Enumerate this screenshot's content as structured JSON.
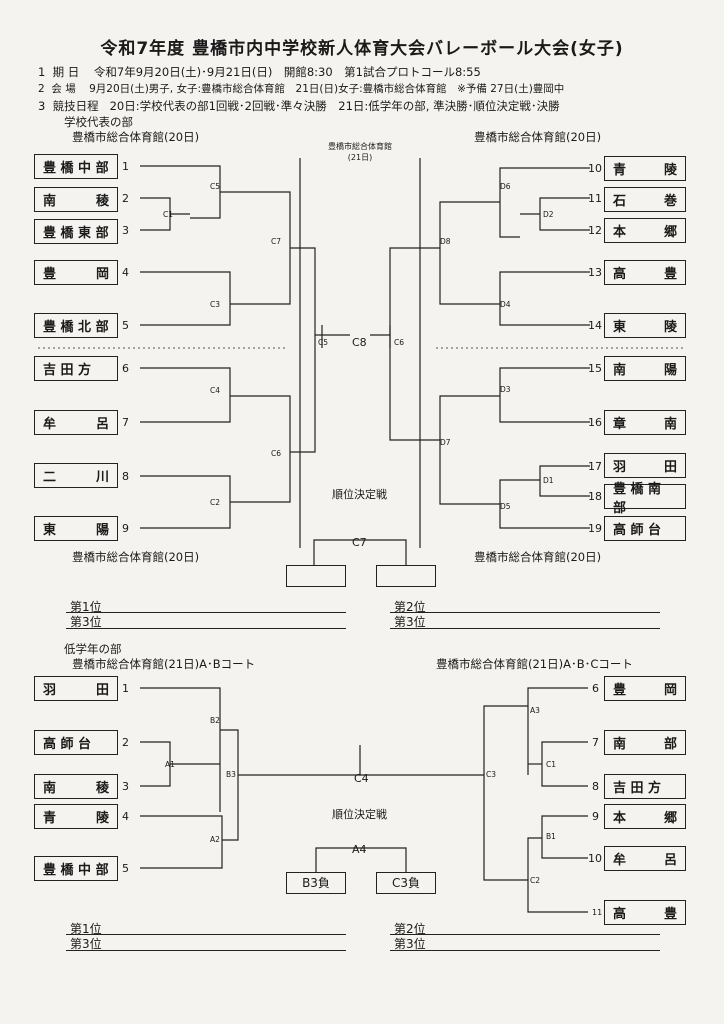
{
  "title": "令和7年度 豊橋市内中学校新人体育大会バレーボール大会(女子)",
  "info": {
    "line1_no": "1",
    "line1_label": "期 日",
    "line1_text": "令和7年9月20日(土)･9月21日(日)　開館8:30　第1試合プロトコール8:55",
    "line2_no": "2",
    "line2_label": "会 場",
    "line2_text": "9月20日(土)男子, 女子:豊橋市総合体育館　21日(日)女子:豊橋市総合体育館　※予備 27日(土)豊岡中",
    "line3_no": "3",
    "line3_label": "競技日程",
    "line3_text": "20日:学校代表の部1回戦･2回戦･準々決勝　21日:低学年の部, 準決勝･順位決定戦･決勝",
    "line4_text": "学校代表の部"
  },
  "top": {
    "venue_left": "豊橋市総合体育館(20日)",
    "venue_right": "豊橋市総合体育館(20日)",
    "venue_center": "豊橋市総合体育館\n(21日)",
    "venue_bottom_left": "豊橋市総合体育館(20日)",
    "venue_bottom_right": "豊橋市総合体育館(20日)",
    "placement": "順位決定戦",
    "left_teams": [
      {
        "n": "1",
        "a": "豊 橋 中 部"
      },
      {
        "n": "2",
        "a": "南",
        "b": "稜"
      },
      {
        "n": "3",
        "a": "豊 橋 東 部"
      },
      {
        "n": "4",
        "a": "豊",
        "b": "岡"
      },
      {
        "n": "5",
        "a": "豊 橋 北 部"
      },
      {
        "n": "6",
        "a": "吉 田 方"
      },
      {
        "n": "7",
        "a": "牟",
        "b": "呂"
      },
      {
        "n": "8",
        "a": "二",
        "b": "川"
      },
      {
        "n": "9",
        "a": "東",
        "b": "陽"
      }
    ],
    "right_teams": [
      {
        "n": "10",
        "a": "青",
        "b": "陵"
      },
      {
        "n": "11",
        "a": "石",
        "b": "巻"
      },
      {
        "n": "12",
        "a": "本",
        "b": "郷"
      },
      {
        "n": "13",
        "a": "高",
        "b": "豊"
      },
      {
        "n": "14",
        "a": "東",
        "b": "陵"
      },
      {
        "n": "15",
        "a": "南",
        "b": "陽"
      },
      {
        "n": "16",
        "a": "章",
        "b": "南"
      },
      {
        "n": "17",
        "a": "羽",
        "b": "田"
      },
      {
        "n": "18",
        "a": "豊 橋 南 部"
      },
      {
        "n": "19",
        "a": "高 師 台"
      }
    ],
    "labels": {
      "c1": "C1",
      "c2": "C2",
      "c3": "C3",
      "c4": "C4",
      "c5": "C5",
      "c6": "C6",
      "c7": "C7",
      "c5b": "C5",
      "c6b": "C6",
      "c8": "C8",
      "c7b": "C7",
      "d1": "D1",
      "d2": "D2",
      "d3": "D3",
      "d4": "D4",
      "d5": "D5",
      "d6": "D6",
      "d7": "D7",
      "d8": "D8"
    },
    "rank1": "第1位",
    "rank3": "第3位",
    "rank2": "第2位",
    "rank3b": "第3位"
  },
  "junior": {
    "heading": "低学年の部",
    "venue_left": "豊橋市総合体育館(21日)A･Bコート",
    "venue_right": "豊橋市総合体育館(21日)A･B･Cコート",
    "placement": "順位決定戦",
    "left_teams": [
      {
        "n": "1",
        "a": "羽",
        "b": "田"
      },
      {
        "n": "2",
        "a": "高 師 台"
      },
      {
        "n": "3",
        "a": "南",
        "b": "稜"
      },
      {
        "n": "4",
        "a": "青",
        "b": "陵"
      },
      {
        "n": "5",
        "a": "豊 橋 中 部"
      }
    ],
    "right_teams": [
      {
        "n": "6",
        "a": "豊",
        "b": "岡"
      },
      {
        "n": "7",
        "a": "南",
        "b": "部"
      },
      {
        "n": "8",
        "a": "吉 田 方"
      },
      {
        "n": "9",
        "a": "本",
        "b": "郷"
      },
      {
        "n": "10",
        "a": "牟",
        "b": "呂"
      },
      {
        "n": "11",
        "a": "高",
        "b": "豊"
      }
    ],
    "labels": {
      "a1": "A1",
      "a2": "A2",
      "a3": "A3",
      "a4": "A4",
      "b1": "B1",
      "b2": "B2",
      "b3": "B3",
      "c1": "C1",
      "c2": "C2",
      "c3": "C3",
      "c4": "C4"
    },
    "box_b3": "B3負",
    "box_c3": "C3負",
    "rank1": "第1位",
    "rank3": "第3位",
    "rank2": "第2位",
    "rank3b": "第3位"
  }
}
